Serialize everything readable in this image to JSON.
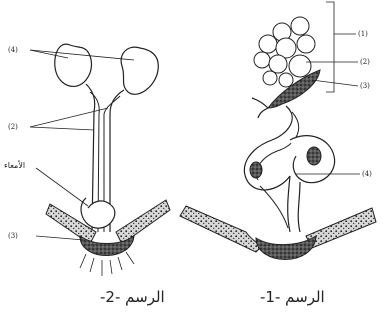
{
  "figure_2": {
    "caption": "الرسم -2-",
    "labels": {
      "kidneys": "(4)",
      "ureters": "(2)",
      "intestine": "الأمعاء",
      "bladder": "(3)"
    }
  },
  "figure_1": {
    "caption": "الرسم -1-",
    "labels": {
      "top": "(1)",
      "mid": "(2)",
      "lower": "(3)",
      "bottom": "(4)"
    }
  }
}
